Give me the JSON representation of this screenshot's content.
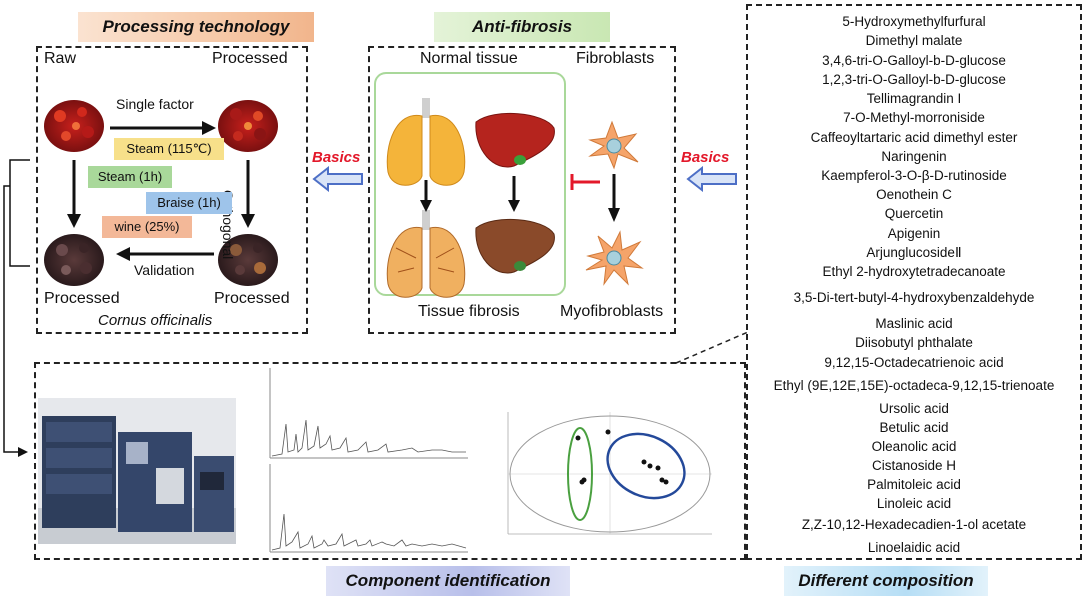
{
  "processing": {
    "title": "Processing technology",
    "raw_label": "Raw",
    "processed_top_label": "Processed",
    "single_factor": "Single factor",
    "orthogonal": "Orthogonal",
    "validation": "Validation",
    "processed_bottom_left": "Processed",
    "processed_bottom_right": "Processed",
    "species": "Cornus officinalis",
    "conditions": [
      "Steam (115℃)",
      "Steam (1h)",
      "Braise (1h)",
      "wine (25%)"
    ]
  },
  "antifibrosis": {
    "title": "Anti-fibrosis",
    "normal_tissue": "Normal tissue",
    "fibroblasts": "Fibroblasts",
    "tissue_fibrosis": "Tissue fibrosis",
    "myofibroblasts": "Myofibroblasts"
  },
  "basics_label": "Basics",
  "composition": {
    "title": "Different composition",
    "compounds": [
      "5-Hydroxymethylfurfural",
      "Dimethyl malate",
      "3,4,6-tri-O-Galloyl-b-D-glucose",
      "1,2,3-tri-O-Galloyl-b-D-glucose",
      "Tellimagrandin I",
      "7-O-Methyl-morroniside",
      "Caffeoyltartaric acid dimethyl ester",
      "Naringenin",
      "Kaempferol-3-O-β-D-rutinoside",
      "Oenothein C",
      "Quercetin",
      "Apigenin",
      "ArjunglucosideⅡ",
      "Ethyl 2-hydroxytetradecanoate",
      "3,5-Di-tert-butyl-4-hydroxybenzaldehyde",
      "Maslinic acid",
      "Diisobutyl phthalate",
      "9,12,15-Octadecatrienoic acid",
      "Ethyl (9E,12E,15E)-octadeca-9,12,15-trienoate",
      "Ursolic acid",
      "Betulic acid",
      "Oleanolic acid",
      "Cistanoside H",
      "Palmitoleic acid",
      "Linoleic acid",
      "Z,Z-10,12-Hexadecadien-1-ol acetate",
      "Linoelaidic acid"
    ]
  },
  "component": {
    "title": "Component identification"
  },
  "colors": {
    "processing_title_bg": "#f6c9a8",
    "antifibrosis_title_bg": "#c9e7b3",
    "component_title_bg": "#c4c9ec",
    "composition_title_bg": "#b6def5",
    "basics_red": "#e3182a",
    "arrow_blue": "#4d6fc6",
    "steam115_bg": "#f7e08a",
    "steam1h_bg": "#a9d89a",
    "braise_bg": "#9ec4ea",
    "wine_bg": "#f3b898"
  }
}
